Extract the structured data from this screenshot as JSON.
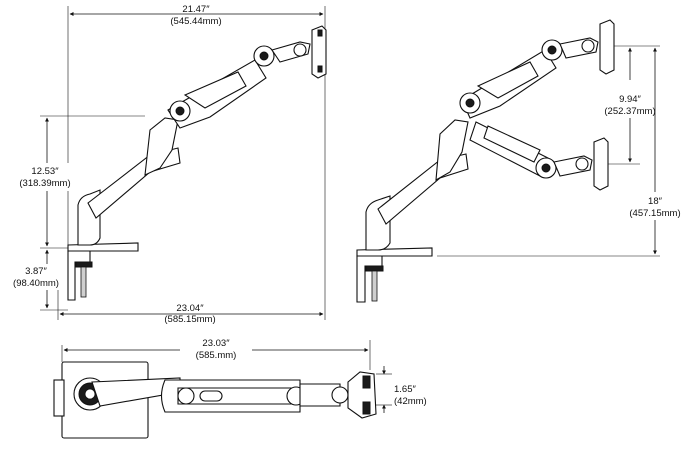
{
  "dimensions": {
    "top_width": {
      "inch": "21.47″",
      "mm": "(545.44mm)"
    },
    "arm_height": {
      "inch": "12.53″",
      "mm": "(318.39mm)"
    },
    "clamp_height": {
      "inch": "3.87″",
      "mm": "(98.40mm)"
    },
    "base_width": {
      "inch": "23.04″",
      "mm": "(585.15mm)"
    },
    "tilt_range": {
      "inch": "9.94″",
      "mm": "(252.37mm)"
    },
    "total_height": {
      "inch": "18″",
      "mm": "(457.15mm)"
    },
    "top_view_length": {
      "inch": "23.03″",
      "mm": "(585.mm)"
    },
    "mount_thickness": {
      "inch": "1.65″",
      "mm": "(42mm)"
    }
  }
}
